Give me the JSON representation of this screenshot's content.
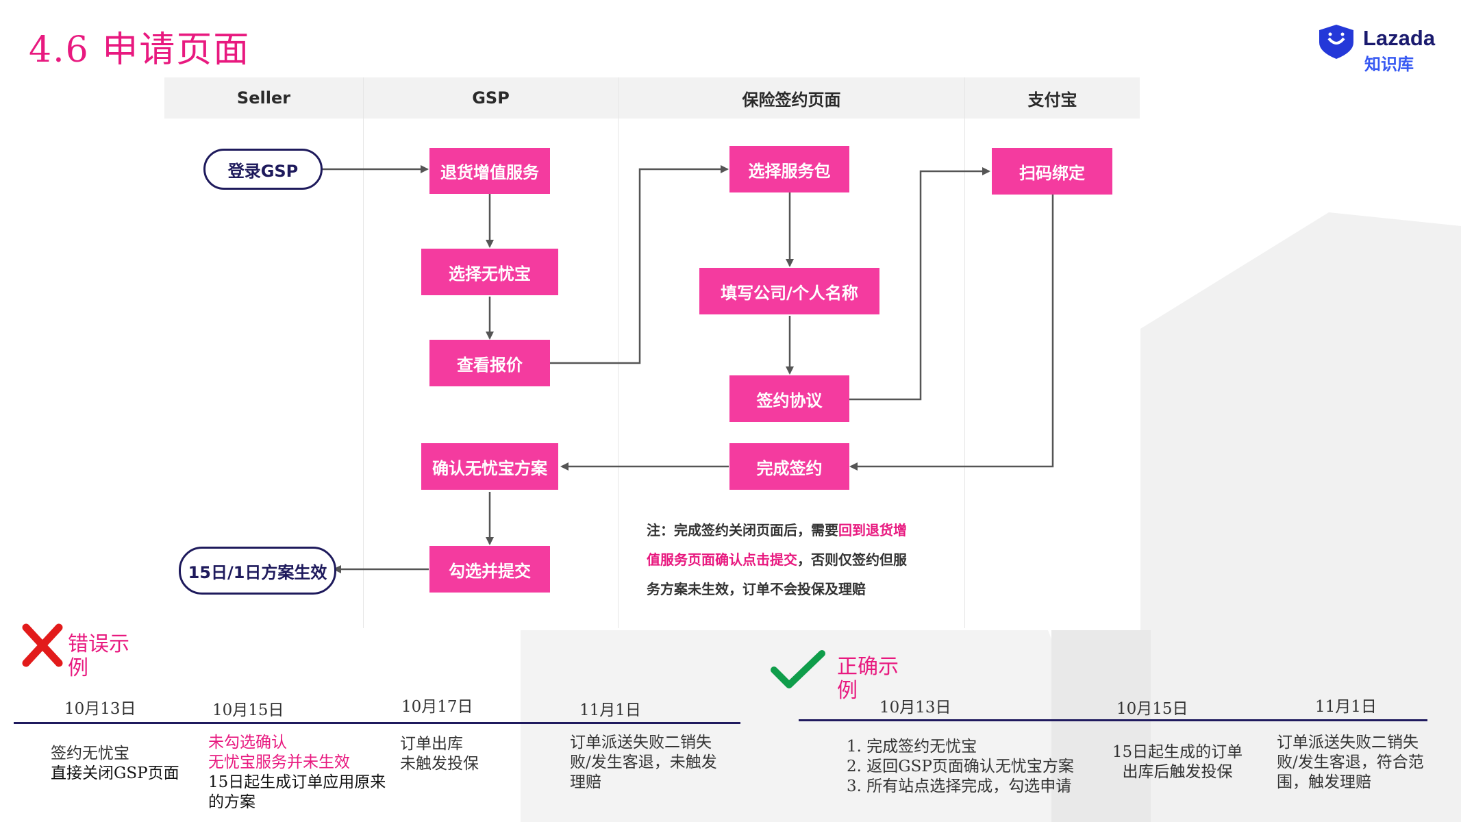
{
  "title": "4.6  申请页面",
  "logo": {
    "name": "Lazada",
    "sub": "知识库"
  },
  "lanes": [
    "Seller",
    "GSP",
    "保险签约页面",
    "支付宝"
  ],
  "flow": {
    "start": "登录GSP",
    "return_goods": "退货增值服务",
    "choose_wuyoubao": "选择无忧宝",
    "view_quote": "查看报价",
    "choose_package": "选择服务包",
    "fill_name": "填写公司/个人名称",
    "sign_agreement": "签约协议",
    "scan_bind": "扫码绑定",
    "complete_sign": "完成签约",
    "confirm_plan": "确认无忧宝方案",
    "tick_submit": "勾选并提交",
    "end": "15日/1日方案生效"
  },
  "note": {
    "p1": "注：完成签约关闭页面后，需要",
    "p2": "回到退货增值服务页面确认点击提交",
    "p3": "，否则仅签约但服务方案未生效，订单不会投保及理赔"
  },
  "wrong": {
    "label": "错误示例",
    "dates": [
      "10月13日",
      "10月15日",
      "10月17日",
      "11月1日"
    ],
    "t1a": "签约无忧宝",
    "t1b": "直接关闭GSP页面",
    "t2a": "未勾选确认",
    "t2b": "无忧宝服务并未生效",
    "t2c": "15日起生成订单应用原来的方案",
    "t3": "订单出库\n未触发投保",
    "t4": "订单派送失败二销失败/发生客退，未触发理赔"
  },
  "right": {
    "label": "正确示例",
    "dates": [
      "10月13日",
      "10月15日",
      "11月1日"
    ],
    "steps": [
      "1.  完成签约无忧宝",
      "2.  返回GSP页面确认无忧宝方案",
      "3.  所有站点选择完成，勾选申请"
    ],
    "t2": "15日起生成的订单\n出库后触发投保",
    "t3": "订单派送失败二销失败/发生客退，符合范围，触发理赔"
  },
  "colors": {
    "accent": "#e8197f",
    "node": "#f43b9f",
    "navy": "#1e1a5c",
    "green": "#0f9d4a",
    "red": "#e21b1b"
  }
}
